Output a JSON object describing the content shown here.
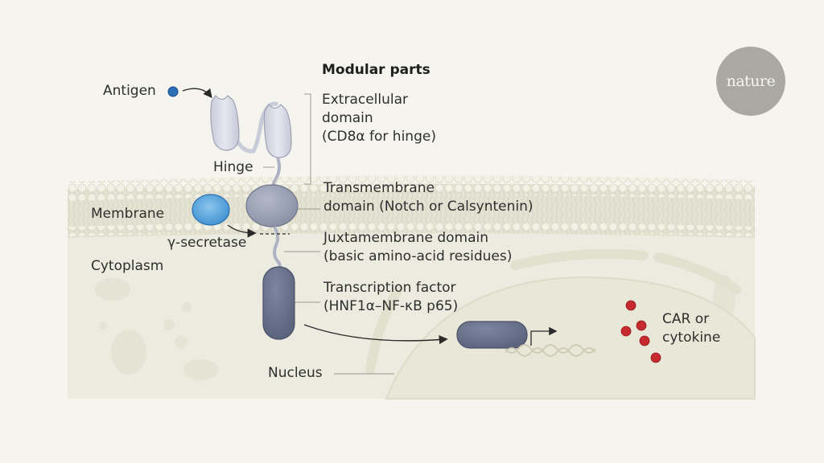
{
  "title": "Modular parts",
  "logo": "nature",
  "labels": {
    "antigen": "Antigen",
    "hinge": "Hinge",
    "extracellular": [
      "Extracellular",
      "domain",
      "(CD8α for hinge)"
    ],
    "transmembrane": [
      "Transmembrane",
      "domain (Notch or Calsyntenin)"
    ],
    "membrane": "Membrane",
    "gamma_secretase": "γ-secretase",
    "cytoplasm": "Cytoplasm",
    "juxtamembrane": [
      "Juxtamembrane domain",
      "(basic amino-acid residues)"
    ],
    "transcription_factor": [
      "Transcription factor",
      "(HNF1α–NF-κB p65)"
    ],
    "nucleus": "Nucleus",
    "output": [
      "CAR or",
      "cytokine"
    ]
  },
  "colors": {
    "background": "#f5f4ee",
    "cell": "#ecebdf",
    "membrane": "#e4e2d2",
    "extracellular_domain": "#d9dbe6",
    "transmembrane_domain": "#9aa0b4",
    "transcription_factor": "#66708a",
    "gamma_secretase": "#4ea0dc",
    "antigen": "#2a6eb8",
    "product": "#c62a2f",
    "logo": "#a9a8a3"
  }
}
